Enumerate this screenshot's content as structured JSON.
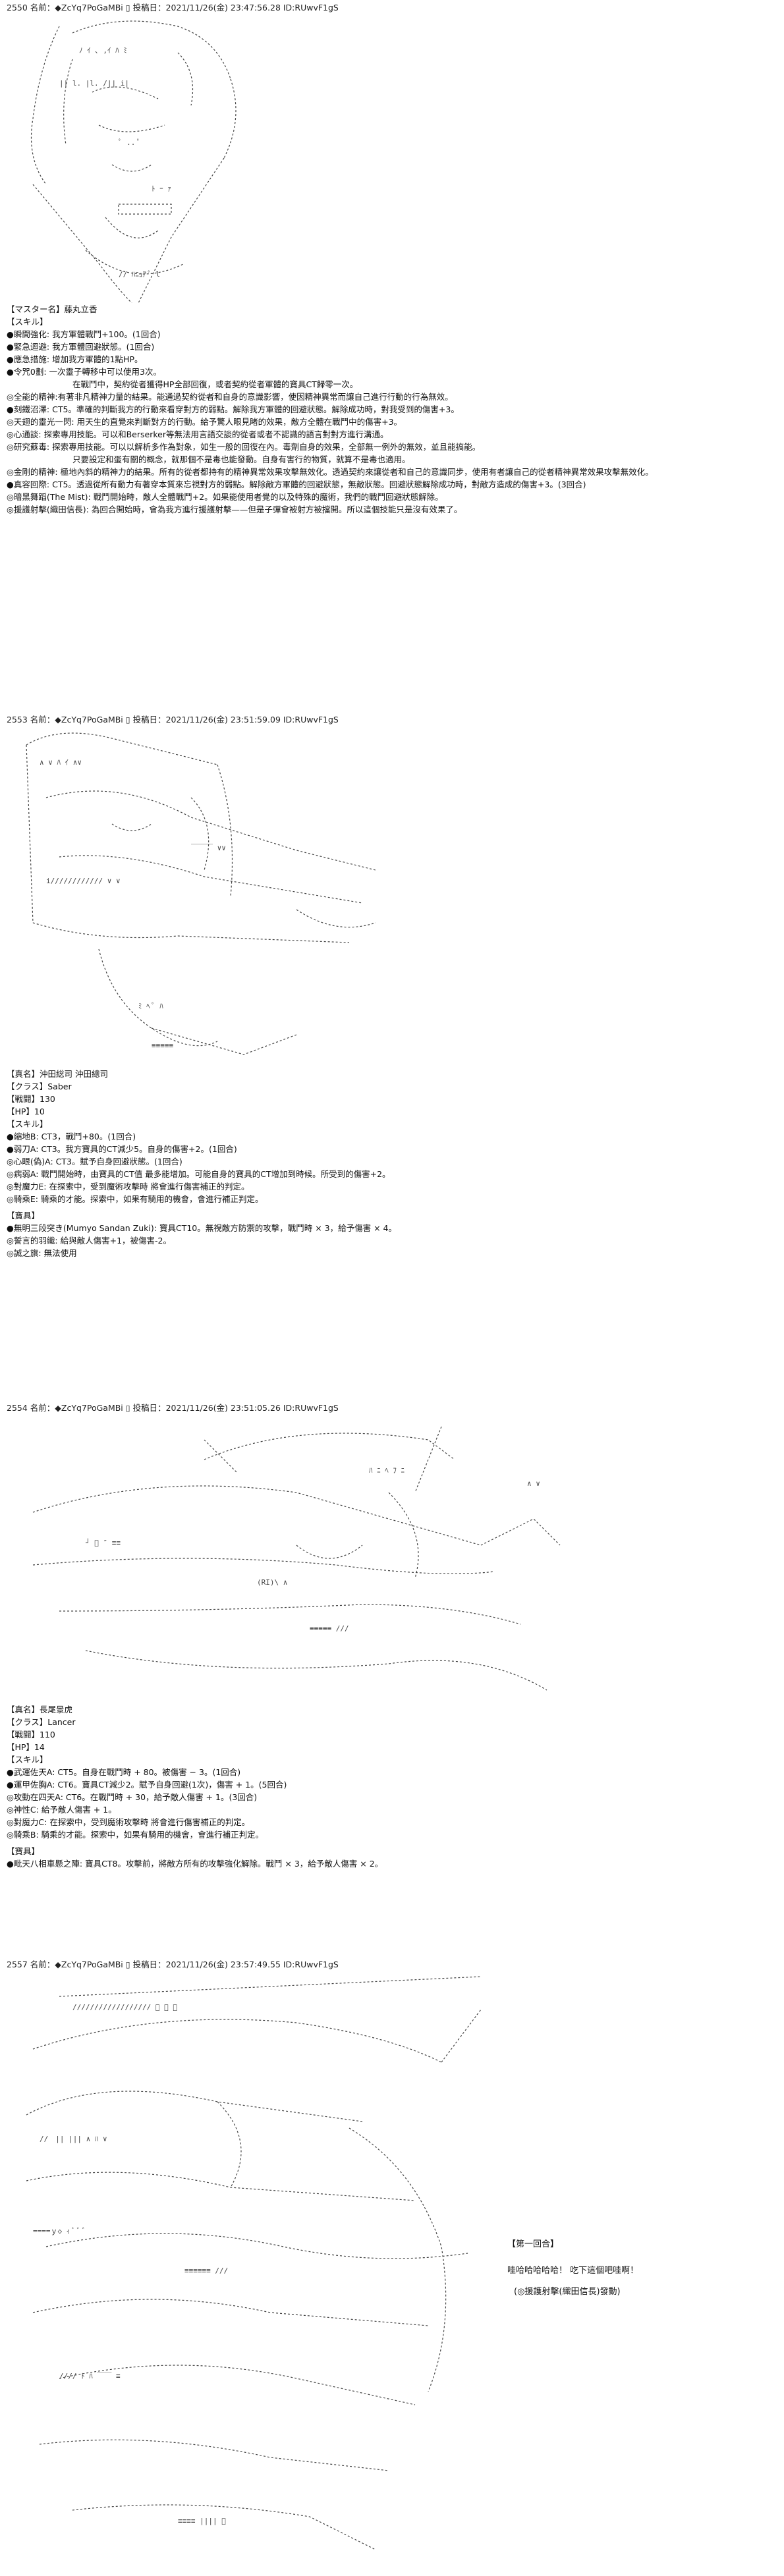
{
  "posts": [
    {
      "header": "2550 名前：◆ZcYq7PoGaMBi ▯ 投稿日：2021/11/26(金) 23:47:56.28 ID:RUwvF1gS",
      "lines": [
        "【マスター名】藤丸立香",
        "【スキル】",
        "●瞬間強化: 我方軍體戰鬥+100。(1回合)",
        "●緊急迴避: 我方軍體回避狀態。(1回合)",
        "●應急措施: 增加我方軍體的1點HP。",
        "●令咒0劃: 一次靈子轉移中可以使用3次。",
        "在戰鬥中，契約從者獲得HP全部回復，或者契約從者軍體的寶具CT歸零一次。",
        "◎全能的精神:有著非凡精神力量的結果。能通過契約從者和自身的意識影響，使因精神異常而讓自己進行行動的行為無效。",
        "●刻鐵沼澤: CT5。準確的判斷我方的行動來看穿對方的弱點。解除我方軍體的回避狀態。解除成功時，對我受到的傷害+3。",
        "◎天翅的靈光一閃: 用天生的直覺來判斷對方的行動。給予驚人眼見睹的效果，敵方全體在戰鬥中的傷害+3。",
        "◎心通談: 探索專用技能。可以和Berserker等無法用言語交談的從者或者不認識的語言對對方進行溝通。",
        "◎研究蘇毒: 探索專用技能。可以以解析多作為對象，如生一般的回復在內。毒劑自身的效果，全部無一例外的無效，並且能搞能。",
        "只要設定和蛋有關的概念，就那個不是毒也能發動。自身有害行的物質，就算不是毒也適用。",
        "◎金剛的精神: 極地內斜的精神力的結果。所有的從者都持有的精神異常效果攻擊無效化。透過契約來讓從者和自己的意識同步，使用有者讓自己的從者精神異常效果攻擊無效化。",
        "●真容回際: CT5。透過從所有動力有著穿本質來忘視對方的弱點。解除敵方軍體的回避狀態，無敵狀態。回避狀態解除成功時，對敵方造成的傷害+3。(3回合)",
        "◎暗黑舞蹈(The Mist): 戰鬥開始時，敵人全體戰鬥+2。如果能使用者覺的以及特殊的魔術，我們的戰鬥回避狀態解除。",
        "◎援護射擊(織田信長): 為回合開始時，會為我方進行援護射擊——但是子彈會被射方被擋開。所以這個技能只是沒有效果了。"
      ]
    },
    {
      "header": "2553 名前：◆ZcYq7PoGaMBi ▯ 投稿日：2021/11/26(金) 23:51:59.09 ID:RUwvF1gS",
      "lines": [
        "【真名】沖田総司 沖田總司",
        "【クラス】Saber",
        "【戦闘】130",
        "【HP】10",
        "【スキル】",
        "●縮地B: CT3，戰鬥+80。(1回合)",
        "●弱刀A: CT3。我方寶具的CT減少5。自身的傷害+2。(1回合)",
        "◎心眼(偽)A: CT3。賦予自身回避狀態。(1回合)",
        "◎病弱A: 戰鬥開始時，由寶具的CT值 最多能增加。可能自身的寶具的CT增加到時候。所受到的傷害+2。",
        "◎對魔力E: 在探索中，受到魔術攻擊時 將會進行傷害補正的判定。",
        "◎騎乘E: 騎乘的才能。探索中，如果有騎用的機會，會進行補正判定。"
      ],
      "treasure_title": "【寶具】",
      "treasures": [
        "●無明三段突き(Mumyo Sandan Zuki): 寶具CT10。無視敵方防禦的攻擊，戰鬥時 × 3，給予傷害 × 4。",
        "◎誓言的羽織: 給與敵人傷害+1，被傷害-2。",
        "◎誠之旗: 無法使用"
      ]
    },
    {
      "header": "2554 名前：◆ZcYq7PoGaMBi ▯ 投稿日：2021/11/26(金) 23:51:05.26 ID:RUwvF1gS",
      "lines": [
        "【真名】長尾景虎",
        "【クラス】Lancer",
        "【戦闘】110",
        "【HP】14",
        "【スキル】",
        "●武運佐天A: CT5。自身在戰鬥時 + 80。被傷害 − 3。(1回合)",
        "●運甲佐胸A: CT6。寶具CT減少2。賦予自身回避(1次)，傷害 + 1。(5回合)",
        "◎攻動在四天A: CT6。在戰鬥時 + 30，給予敵人傷害 + 1。(3回合)",
        "◎神性C: 給予敵人傷害 + 1。",
        "◎對魔力C: 在探索中，受到魔術攻擊時 將會進行傷害補正的判定。",
        "◎騎乘B: 騎乘的才能。探索中，如果有騎用的機會，會進行補正判定。"
      ],
      "treasure_title": "【寶具】",
      "treasures": [
        "●毗天八相車懸之陣: 寶具CT8。攻擊前，將敵方所有的攻擊強化解除。戰鬥 × 3，給予敵人傷害 × 2。"
      ]
    },
    {
      "header": "2557 名前：◆ZcYq7PoGaMBi ▯ 投稿日：2021/11/26(金) 23:57:49.55 ID:RUwvF1gS",
      "round_title": "【第一回合】",
      "round_line1": "哇哈哈哈哈哈！ 吃下這個吧哇啊！",
      "round_line2": "(◎援護射擊(織田信長)發動)"
    }
  ],
  "colors": {
    "text": "#111111",
    "art": "#333333",
    "background": "#ffffff"
  }
}
